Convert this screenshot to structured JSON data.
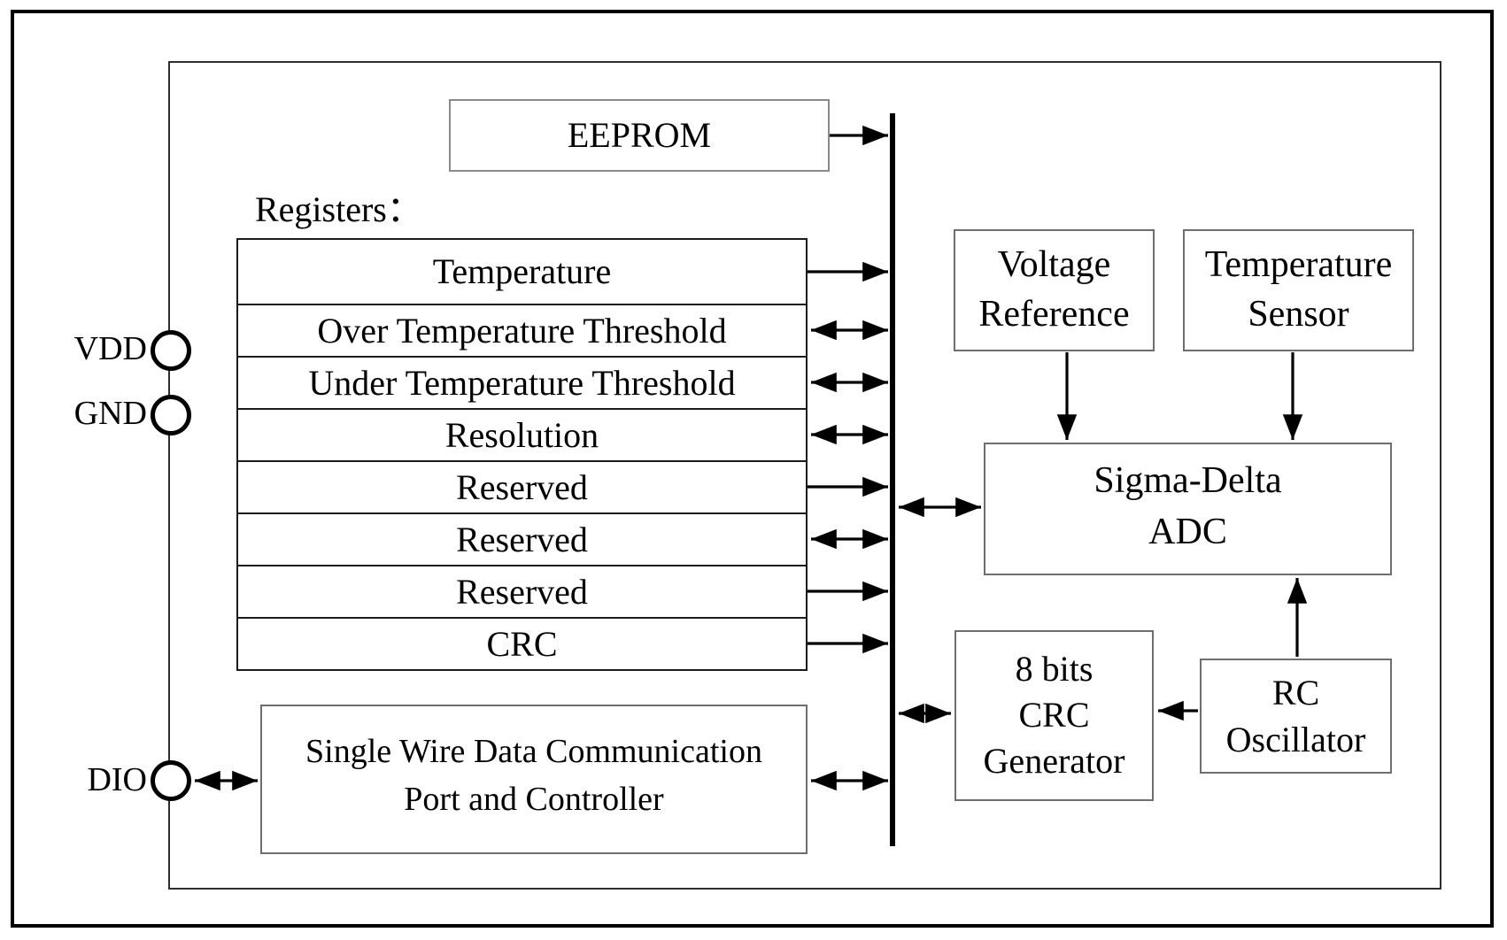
{
  "diagram_type": "block-diagram",
  "description": "Single-wire digital temperature sensor chip internal block diagram",
  "pins": {
    "vdd": "VDD",
    "gnd": "GND",
    "dio": "DIO"
  },
  "eeprom": {
    "label": "EEPROM"
  },
  "registers": {
    "title": "Registers：",
    "rows": [
      {
        "label": "Temperature",
        "bus_arrow": "to-bus"
      },
      {
        "label": "Over Temperature Threshold",
        "bus_arrow": "bidirectional"
      },
      {
        "label": "Under Temperature Threshold",
        "bus_arrow": "bidirectional"
      },
      {
        "label": "Resolution",
        "bus_arrow": "bidirectional"
      },
      {
        "label": "Reserved",
        "bus_arrow": "to-bus"
      },
      {
        "label": "Reserved",
        "bus_arrow": "bidirectional"
      },
      {
        "label": "Reserved",
        "bus_arrow": "to-bus"
      },
      {
        "label": "CRC",
        "bus_arrow": "to-bus"
      }
    ]
  },
  "blocks": {
    "voltage_reference": {
      "line1": "Voltage",
      "line2": "Reference"
    },
    "temperature_sensor": {
      "line1": "Temperature",
      "line2": "Sensor"
    },
    "sigma_delta_adc": {
      "line1": "Sigma-Delta",
      "line2": "ADC"
    },
    "crc_generator": {
      "line1": "8 bits",
      "line2": "CRC",
      "line3": "Generator"
    },
    "rc_oscillator": {
      "line1": "RC",
      "line2": "Oscillator"
    },
    "single_wire_port": {
      "line1": "Single Wire Data Communication",
      "line2": "Port and Controller"
    }
  },
  "connections": [
    {
      "from": "EEPROM",
      "to": "bus",
      "type": "to-bus"
    },
    {
      "from": "bus",
      "to": "Sigma-Delta ADC",
      "type": "bidirectional"
    },
    {
      "from": "bus",
      "to": "8 bits CRC Generator",
      "type": "bidirectional"
    },
    {
      "from": "Single Wire Data Communication Port and Controller",
      "to": "bus",
      "type": "bidirectional"
    },
    {
      "from": "DIO pin",
      "to": "Single Wire Data Communication Port and Controller",
      "type": "bidirectional"
    },
    {
      "from": "Voltage Reference",
      "to": "Sigma-Delta ADC",
      "type": "down"
    },
    {
      "from": "Temperature Sensor",
      "to": "Sigma-Delta ADC",
      "type": "down"
    },
    {
      "from": "RC Oscillator",
      "to": "Sigma-Delta ADC",
      "type": "up"
    },
    {
      "from": "RC Oscillator",
      "to": "8 bits CRC Generator",
      "type": "left"
    }
  ],
  "colors": {
    "line": "#000000",
    "box_border": "#6e6e6e",
    "table_border": "#1b1b1b",
    "background": "#ffffff"
  }
}
